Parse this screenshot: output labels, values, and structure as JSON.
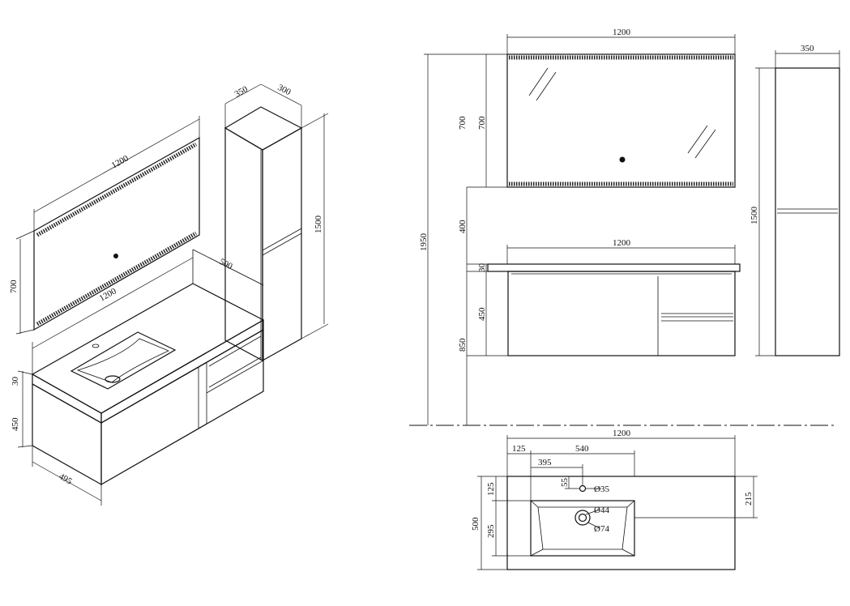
{
  "iso": {
    "mirror_width": "1200",
    "mirror_height": "700",
    "counter_width": "1200",
    "counter_depth": "500",
    "top_thickness": "30",
    "cabinet_height": "450",
    "cabinet_depth": "495",
    "tall_width": "350",
    "tall_depth": "300",
    "tall_height": "1500"
  },
  "front": {
    "mirror_width": "1200",
    "mirror_height_a": "700",
    "mirror_height_b": "700",
    "gap": "400",
    "total_height": "1950",
    "vanity_width": "1200",
    "top_thickness": "30",
    "cabinet_height": "450",
    "counter_height": "850",
    "tall_width": "350",
    "tall_height": "1500"
  },
  "plan": {
    "total_width": "1200",
    "offset_left": "125",
    "basin_width": "540",
    "tap_offset": "395",
    "tap_from_edge": "55",
    "tap_hole": "Ø35",
    "edge_to_basin": "125",
    "depth": "500",
    "basin_depth": "295",
    "right_margin": "215",
    "drain_inner": "Ø44",
    "drain_outer": "Ø74"
  },
  "colors": {
    "line": "#111111",
    "background": "#ffffff"
  }
}
